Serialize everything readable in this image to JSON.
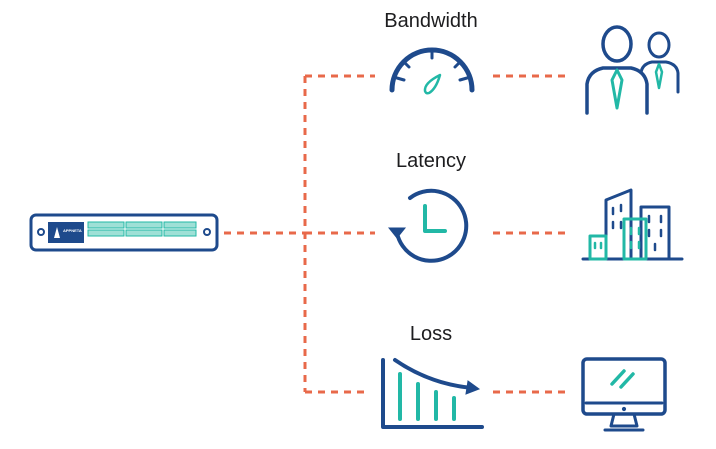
{
  "diagram": {
    "metrics": [
      {
        "id": "bandwidth",
        "label": "Bandwidth",
        "icon": "speedometer-icon"
      },
      {
        "id": "latency",
        "label": "Latency",
        "icon": "clock-icon"
      },
      {
        "id": "loss",
        "label": "Loss",
        "icon": "declining-bar-chart-icon"
      }
    ],
    "endpoints": [
      {
        "id": "users",
        "icon": "business-users-icon"
      },
      {
        "id": "buildings",
        "icon": "office-buildings-icon"
      },
      {
        "id": "monitor",
        "icon": "desktop-monitor-icon"
      }
    ],
    "source_device": {
      "icon": "network-appliance-icon",
      "brand_text": "APPNETA"
    },
    "colors": {
      "navy": "#1e4a8c",
      "teal": "#22b8a6",
      "connector": "#e8694a",
      "text": "#1d1d1f"
    }
  }
}
